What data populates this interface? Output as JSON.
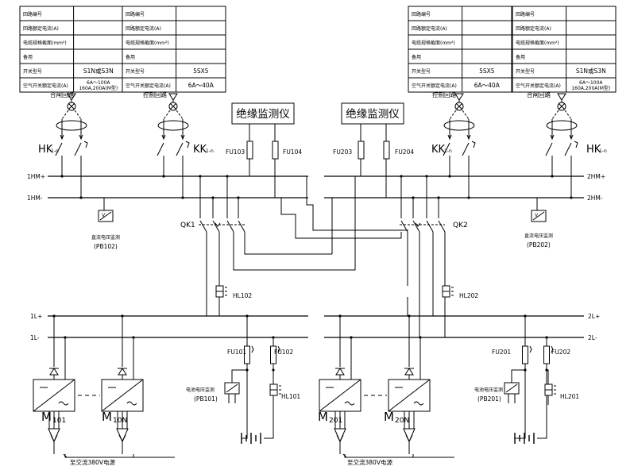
{
  "spec_tables": [
    {
      "id": "table-1",
      "rows": [
        {
          "label": "回路编号",
          "value": ""
        },
        {
          "label": "回路额定电流(A)",
          "value": ""
        },
        {
          "label": "电缆规格截面(mm²)",
          "value": ""
        },
        {
          "label": "备用",
          "value": ""
        },
        {
          "label": "开关型号",
          "value": "S1N或S3N"
        },
        {
          "label": "空气开关额定电流(A)",
          "value": "6A～100A",
          "value2": "160A,200A(M型)"
        }
      ],
      "circuit_label": "合闸回路"
    },
    {
      "id": "table-2",
      "rows": [
        {
          "label": "回路编号",
          "value": ""
        },
        {
          "label": "回路额定电流(A)",
          "value": ""
        },
        {
          "label": "电缆规格截面(mm²)",
          "value": ""
        },
        {
          "label": "备用",
          "value": ""
        },
        {
          "label": "开关型号",
          "value": "5SX5"
        },
        {
          "label": "空气开关额定电流(A)",
          "value": "6A～40A"
        }
      ],
      "circuit_label": "控制回路"
    },
    {
      "id": "table-3",
      "rows": [
        {
          "label": "回路编号",
          "value": ""
        },
        {
          "label": "回路额定电流(A)",
          "value": ""
        },
        {
          "label": "电缆规格截面(mm²)",
          "value": ""
        },
        {
          "label": "备用",
          "value": ""
        },
        {
          "label": "开关型号",
          "value": "5SX5"
        },
        {
          "label": "空气开关额定电流(A)",
          "value": "6A～40A"
        }
      ],
      "circuit_label": "控制回路"
    },
    {
      "id": "table-4",
      "rows": [
        {
          "label": "回路编号",
          "value": ""
        },
        {
          "label": "回路额定电流(A)",
          "value": ""
        },
        {
          "label": "电缆规格截面(mm²)",
          "value": ""
        },
        {
          "label": "备用",
          "value": ""
        },
        {
          "label": "开关型号",
          "value": "S1N或S3N"
        },
        {
          "label": "空气开关额定电流(A)",
          "value": "6A～100A",
          "value2": "160A,200A(M型)"
        }
      ],
      "circuit_label": "合闸回路"
    }
  ],
  "monitors": {
    "left": "绝缘监测仪",
    "right": "绝缘监测仪"
  },
  "switch_labels": {
    "hk_left": "HK",
    "hk_left_sub": "1-n",
    "kk_left": "KK",
    "kk_left_sub": "1-n",
    "kk_right": "KK",
    "kk_right_sub": "1-n",
    "hk_right": "HK",
    "hk_right_sub": "1-n",
    "qk1": "QK1",
    "qk2": "QK2"
  },
  "fuses": {
    "fu103": "FU103",
    "fu104": "FU104",
    "fu203": "FU203",
    "fu204": "FU204",
    "fu101": "FU101",
    "fu102": "FU102",
    "fu201": "FU201",
    "fu202": "FU202"
  },
  "buses": {
    "ihm_plus": "1HM+",
    "ihm_minus": "1HM-",
    "hm2_plus": "2HM+",
    "hm2_minus": "2HM-",
    "l1_plus": "1L+",
    "l1_minus": "1L-",
    "l2_plus": "2L+",
    "l2_minus": "2L-"
  },
  "indicators": {
    "hl102": "HL102",
    "hl202": "HL202",
    "hl101": "HL101",
    "hl201": "HL201"
  },
  "meters": {
    "pb102_title": "直流电压监测",
    "pb102": "(PB102)",
    "pb202_title": "直流电压监测",
    "pb202": "(PB202)",
    "pb101_title": "电池电压监测",
    "pb101": "(PB101)",
    "pb201_title": "电池电压监测",
    "pb201": "(PB201)"
  },
  "modules": {
    "m101": "M",
    "m101_sub": "101",
    "m10n": "M",
    "m10n_sub": "10N",
    "m201": "M",
    "m201_sub": "201",
    "m20n": "M",
    "m20n_sub": "20N"
  },
  "supply": {
    "left": "至交流380V电源",
    "right": "至交流380V电源"
  }
}
